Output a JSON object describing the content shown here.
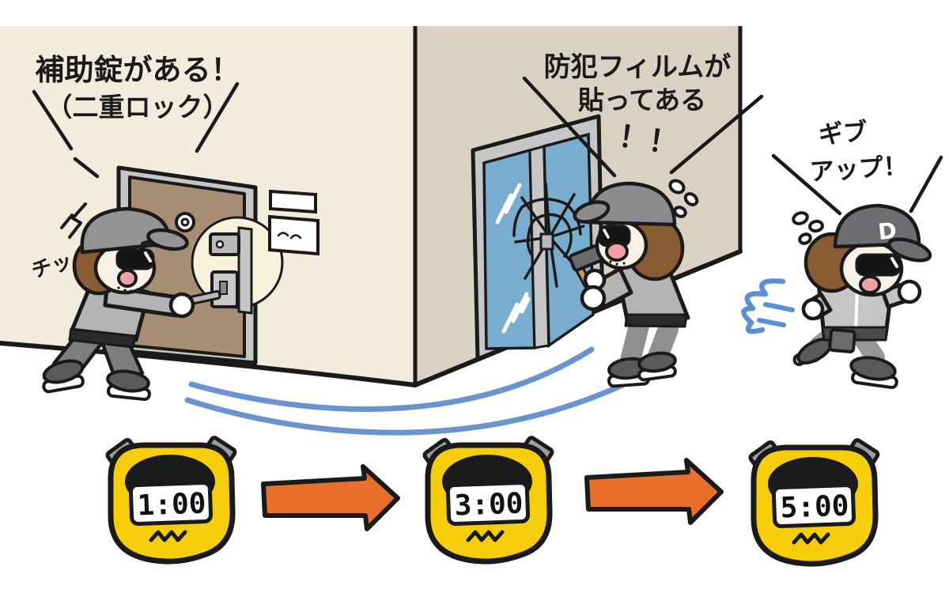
{
  "illustration": {
    "title": "burglar-deterrence-cartoon",
    "captions": {
      "left_line1": "補助錠がある！",
      "left_line2": "（二重ロック）",
      "tsk": "チッ",
      "middle_line1": "防犯フィルムが",
      "middle_line2": "貼ってある",
      "middle_line3": "！！",
      "right_line1": "ギブ",
      "right_line2": "アップ！",
      "cap_letter": "D"
    },
    "stopwatches": [
      {
        "time": "1:00"
      },
      {
        "time": "3:00"
      },
      {
        "time": "5:00"
      }
    ],
    "colors": {
      "wall_front": "#f3ebdb",
      "wall_side": "#d9d2c3",
      "door_brown": "#a78e74",
      "frame_gray": "#c6c6c6",
      "glass_blue": "#79add0",
      "highlight_cream": "#f8f2da",
      "stopwatch_yellow": "#f6cd0a",
      "arrow_orange": "#e9702a",
      "motion_blue": "#6a94d0",
      "hair_brown": "#8a5c34",
      "skin": "#f9f0e6",
      "mouth_pink": "#f0a0a8",
      "outline": "#1a1a1a"
    }
  }
}
